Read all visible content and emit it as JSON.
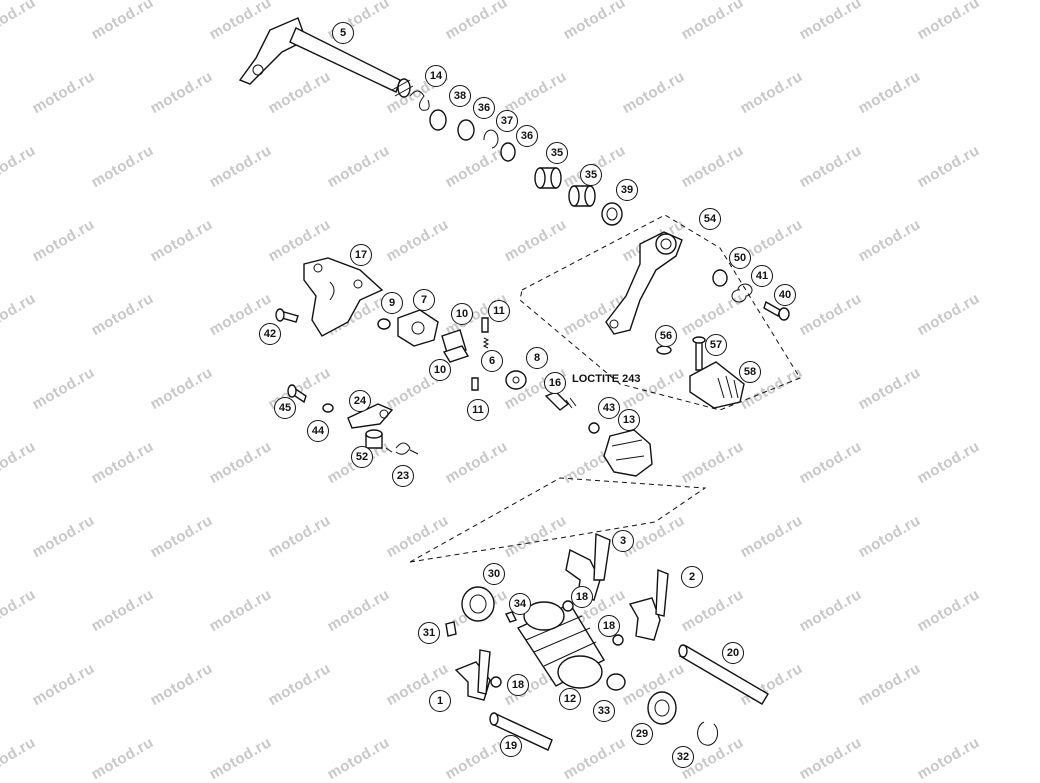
{
  "watermark": "motod.ru",
  "callouts": [
    "5",
    "14",
    "38",
    "36",
    "37",
    "36",
    "35",
    "35",
    "39",
    "54",
    "50",
    "41",
    "40",
    "17",
    "9",
    "7",
    "10",
    "11",
    "42",
    "56",
    "57",
    "6",
    "10",
    "8",
    "11",
    "16",
    "43",
    "58",
    "13",
    "45",
    "24",
    "44",
    "52",
    "23",
    "3",
    "30",
    "2",
    "34",
    "18",
    "18",
    "31",
    "20",
    "1",
    "18",
    "12",
    "33",
    "29",
    "19",
    "32"
  ],
  "note": "LOCTITE 243",
  "colors": {
    "ink": "#111111",
    "watermark": "#c8c8c8",
    "background": "#ffffff"
  }
}
